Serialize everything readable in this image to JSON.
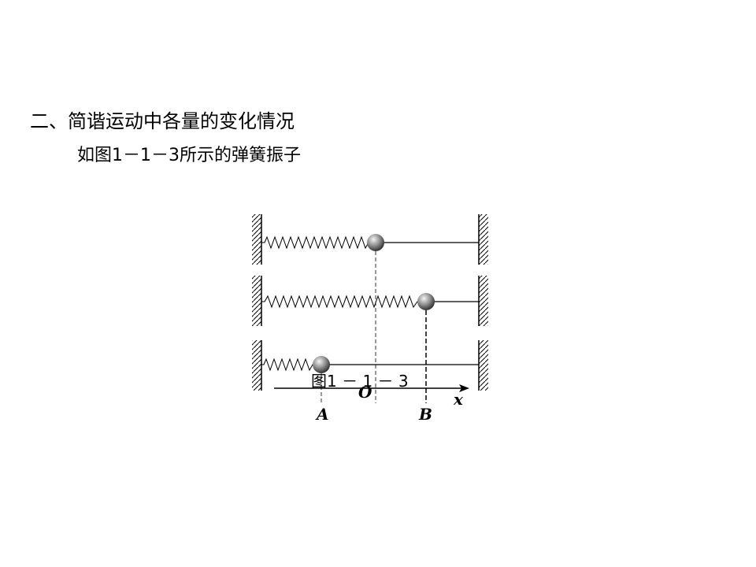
{
  "slide": {
    "heading": "二、简谐运动中各量的变化情况",
    "subheading": "如图1－1－3所示的弹簧振子"
  },
  "figure": {
    "caption": "图1 － 1 － 3",
    "labels": {
      "A": "A",
      "O": "O",
      "B": "B",
      "x": "x"
    },
    "colors": {
      "line": "#000000",
      "ball_light": "#f2f2f2",
      "ball_dark": "#3a3a3a"
    }
  }
}
